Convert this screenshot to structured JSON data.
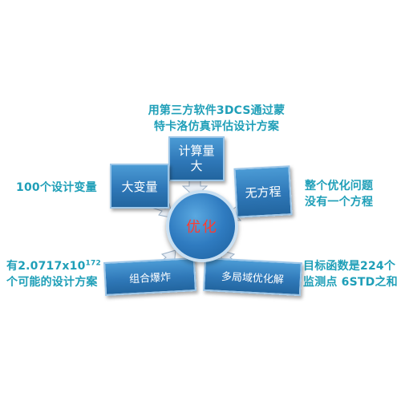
{
  "annotations": {
    "top_line1": "用第三方软件3DCS通过蒙",
    "top_line2": "特卡洛仿真评估设计方案",
    "left_top": "100个设计变量",
    "left_bottom_prefix": "有2.0717x10",
    "left_bottom_exp": "172",
    "left_bottom_line2": "个可能的设计方案",
    "right_top_line1": "整个优化问题",
    "right_top_line2": "没有一个方程",
    "right_bottom_line1": "目标函数是224个",
    "right_bottom_line2": "监测点 6STD之和"
  },
  "boxes": {
    "compute_line1": "计算量",
    "compute_line2": "大",
    "variables": "大变量",
    "no_equation": "无方程",
    "combinatorial": "组合爆炸",
    "multimodal": "多局域优化解"
  },
  "center": {
    "label": "优化"
  },
  "colors": {
    "annotation_text": "#1f9fb8",
    "box_fill": "#2f78b8",
    "center_text": "#ff3b2f",
    "arrow_fill": "#e8eef5"
  }
}
